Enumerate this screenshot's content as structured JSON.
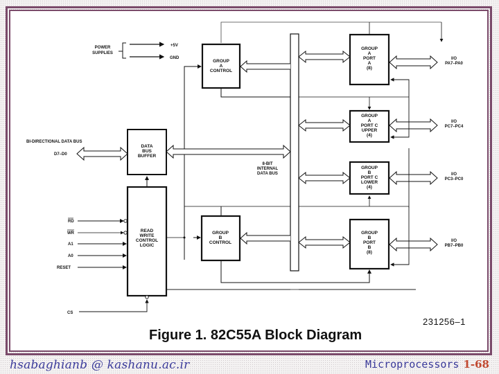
{
  "figure": {
    "title": "Figure 1. 82C55A Block Diagram",
    "id": "231256–1"
  },
  "power": {
    "label_line1": "POWER",
    "label_line2": "SUPPLIES",
    "vcc": "+5V",
    "gnd": "GND"
  },
  "data_bus": {
    "label": "BI-DIRECTIONAL DATA BUS",
    "pins": "D7–D0"
  },
  "internal_bus": {
    "line1": "8-BIT",
    "line2": "INTERNAL",
    "line3": "DATA BUS"
  },
  "blocks": {
    "group_a_control": [
      "GROUP",
      "A",
      "CONTROL"
    ],
    "group_b_control": [
      "GROUP",
      "B",
      "CONTROL"
    ],
    "data_bus_buffer": [
      "DATA",
      "BUS",
      "BUFFER"
    ],
    "rw_control_logic": [
      "READ",
      "WRITE",
      "CONTROL",
      "LOGIC"
    ],
    "group_a_port_a": [
      "GROUP",
      "A",
      "PORT",
      "A",
      "(8)"
    ],
    "group_a_port_c_upper": [
      "GROUP",
      "A",
      "PORT C",
      "UPPER",
      "(4)"
    ],
    "group_b_port_c_lower": [
      "GROUP",
      "B",
      "PORT C",
      "LOWER",
      "(4)"
    ],
    "group_b_port_b": [
      "GROUP",
      "B",
      "PORT",
      "B",
      "(8)"
    ]
  },
  "io": {
    "port_a": [
      "I/O",
      "PA7–PA0"
    ],
    "port_c_upper": [
      "I/O",
      "PC7–PC4"
    ],
    "port_c_lower": [
      "I/O",
      "PC3–PC0"
    ],
    "port_b": [
      "I/O",
      "PB7–PB0"
    ]
  },
  "control_inputs": {
    "rd": "RD",
    "wr": "WR",
    "a1": "A1",
    "a0": "A0",
    "reset": "RESET",
    "cs": "CS"
  },
  "footer": {
    "email": "hsabaghianb @ kashanu.ac.ir",
    "course": "Microprocessors",
    "page": "1-68"
  }
}
